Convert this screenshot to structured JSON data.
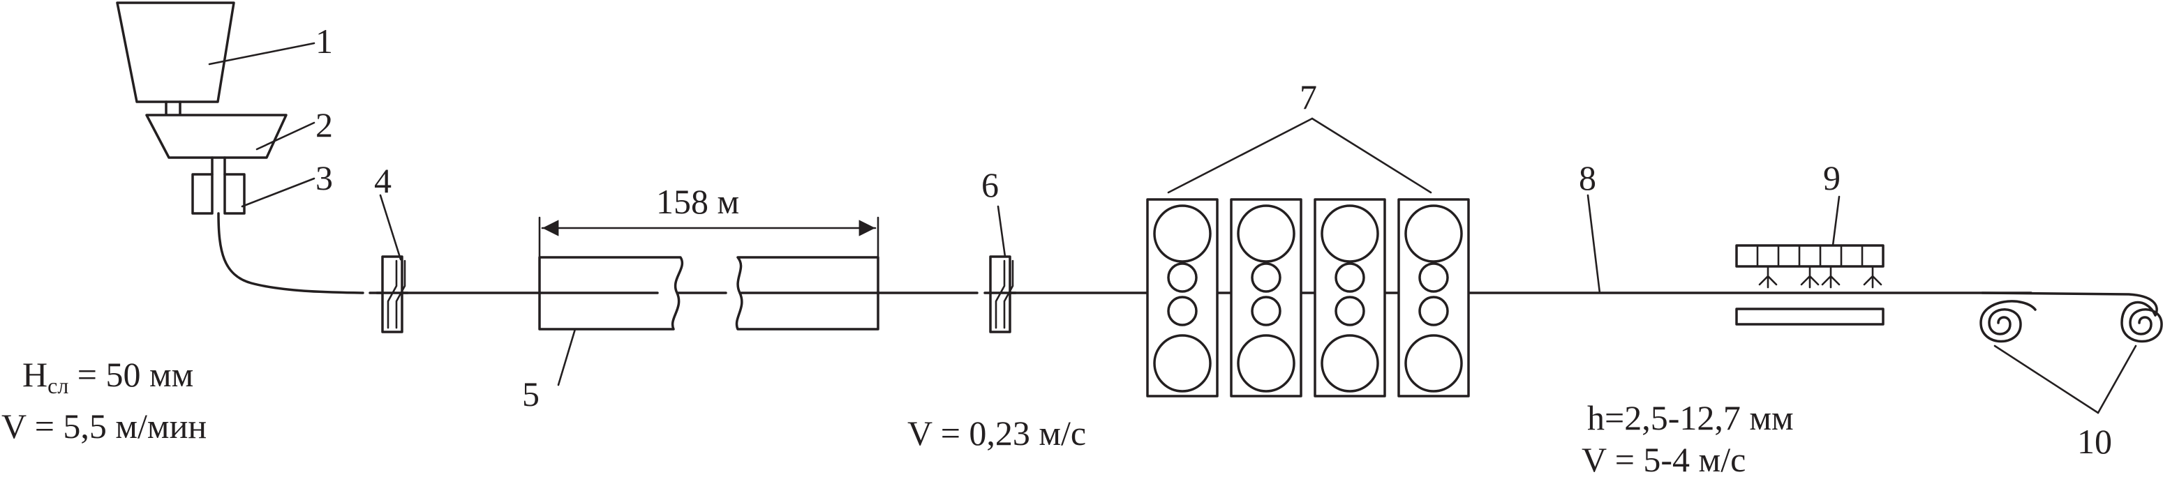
{
  "labels": {
    "n1": "1",
    "n2": "2",
    "n3": "3",
    "n4": "4",
    "n5": "5",
    "n6": "6",
    "n7": "7",
    "n8": "8",
    "n9": "9",
    "n10": "10"
  },
  "dimension": {
    "length": "158 м"
  },
  "params": {
    "slab_h_prefix": "H",
    "slab_h_sub": "сл",
    "slab_h_value": " = 50 мм",
    "caster_speed": "V = 5,5 м/мин",
    "mill_entry_speed": "V = 0,23 м/с",
    "strip_thickness": "h=2,5-12,7 мм",
    "strip_speed": "V = 5-4 м/с"
  }
}
